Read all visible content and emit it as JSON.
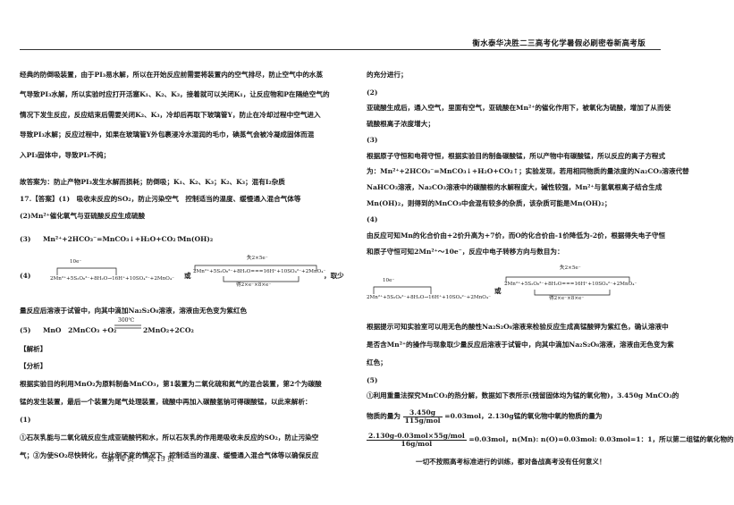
{
  "header": {
    "title": "衡水泰华决胜二三高考化学暑假必刷密卷新高考版"
  },
  "left": {
    "l1": "经典的防倒吸装置，由于PI₃易水解，所以在开始反应前需要将装置内的空气排尽，防止空气中的水蒸",
    "l2": "气导致PI₃水解，所以实验时应打开活塞K₁、K₂、K₃，接着就可以关闭K₁，让反应物和P在隔绝空气的",
    "l3": "情况下发生反应，反应结束后需要关闭K₂、K₃，冷却后再取下玻璃管Y，防止在冷却过程中空气进入",
    "l4": "导致PI₃水解；反应过程中，如果在玻璃管Y外包裹浸冷水湿润的毛巾，碘蒸气会被冷凝成固体而混",
    "l5": "入PI₃固体中，导致PI₃不纯；",
    "l6": "故答案为：防止产物PI₃发生水解而损耗；防倒吸；K₁、K₂、K₃；K₂、K₃；混有I₂杂质",
    "l7": "17.【答案】(1)　吸收未反应的SO₂，防止污染空气　控制适当的温度、缓慢通入混合气体等",
    "l8": "(2)Mn²⁺催化氧气与亚硫酸反应生成硫酸",
    "l9a": "(3)",
    "l9b": "Mn²⁺+2HCO₃⁻=MnCO₃↓+H₂O+CO₂↑",
    "l9c": "Mn(OH)₂",
    "l10a": "(4)",
    "l10or": "或",
    "l10end": "，取少",
    "l11": "量反应后溶液于试管中，向其中滴加Na₂S₂O₈溶液，溶液由无色变为紫红色",
    "l12a": "(5)",
    "l12b": "MnO　2MnCO₃ +O₂",
    "l12cond": "300℃",
    "l12c": "2MnO₂+2CO₂",
    "l13": "【解析】",
    "l14": "【分析】",
    "l15": "根据实验目的利用MnO₂为原料制备MnCO₃，第1装置为二氧化硫和氮气的混合装置，第2个为碳酸",
    "l16": "锰的发生装置，最后一个装置为尾气处理装置，硫酸中再加入碳酸氢钠可得碳酸锰，以此来解析：",
    "l17": "(1)",
    "l18": "①石灰乳能与二氧化硫反应生成亚硫酸钙和水，所以石灰乳的作用是吸收未反应的SO₂，防止污染空",
    "l19": "气；③为使SO₂尽快转化，在比例不变的情况下，控制适当的温度、缓慢通入混合气体等以确保反应"
  },
  "diagram_a": {
    "top": "10e⁻",
    "eq": "2Mn²⁺+5S₂O₈²⁻+8H₂O→16H⁺+10SO₄²⁻+2MnO₄⁻"
  },
  "diagram_b": {
    "top": "失2×5e⁻",
    "eq": "2Mn²⁺+5S₂O₈²⁻+8H₂O===16H⁺+10SO₄²⁻+2MnO₄⁻",
    "bottom": "得2×e⁻×8×e⁻"
  },
  "right": {
    "r1": "的充分进行；",
    "r2": "(2)",
    "r3": "亚硫酸生成后，通入空气，里面有空气，亚硫酸在Mn²⁺的催化作用下，被氧化为硫酸，增加了从而使",
    "r4": "硫酸根离子浓度增大；",
    "r5": "(3)",
    "r6": "根据原子守恒和电荷守恒，根据实验目的制备碳酸锰，所以产物中有碳酸锰，所以反应的离子方程式",
    "r7": "为：Mn²⁺+2HCO₃⁻=MnCO₃↓+H₂O+CO₂↑；实验发现，若用相同物质的量浓度的Na₂CO₃溶液代替",
    "r8": "NaHCO₃溶液，Na₂CO₃溶液中的碳酸根的水解程度大，碱性较强，Mn²⁺与氢氧根离子结合生成",
    "r9": "Mn(OH)₂，则得到的MnCO₃中会混有较多的杂质，该杂质可能是Mn(OH)₂；",
    "r10": "(4)",
    "r11": "由反应可知Mn的化合价由+2价升高为+7价，而O的化合价由-1价降低为-2价，根据得失电子守恒",
    "r12": "和原子守恒可知2Mn²⁺～10e⁻，反应中电子转移方向与数目为：",
    "r13a": "或",
    "r14": "根据提示可知实验室可以用无色的酸性Na₂S₂O₈溶液来检验反应生成高锰酸钾为紫红色，确认溶液中",
    "r15": "是否含Mn²⁺的操作与现象取少量反应后溶液于试管中，向其中滴加Na₂S₂O₈溶液，溶液由无色变为紫",
    "r16": "红色；",
    "r17": "(5)",
    "r18": "①利用重量法探究MnCO₃的热分解，数据如下表所示(残留固体均为锰的氧化物)，3.450g MnCO₃的",
    "r19a": "物质的量为",
    "r19num": "3.450g",
    "r19den": "115g/mol",
    "r19b": "=0.03mol，2.130g锰的氧化物中氧的物质的量为",
    "r20num": "2.130g-0.03mol×55g/mol",
    "r20den": "16g/mol",
    "r20b": "=0.03mol，n(Mn): n(O)=0.03mol: 0.03mol=1：1，所以第二组锰的氧化物的"
  },
  "diagram_c": {
    "top": "10e⁻",
    "eq": "2Mn²⁺+5S₂O₈²⁻+8H₂O→16H⁺+10SO₄²⁻+2MnO₄⁻"
  },
  "diagram_d": {
    "top": "失2×5e⁻",
    "eq": "2Mn²⁺+5S₂O₈²⁻+8H₂O===16H⁺+10SO₄²⁻+2MnO₄⁻",
    "bottom": "得2×e⁻×8×e⁻"
  },
  "footer": {
    "page": "第 14 页　　共 15 页"
  },
  "footnote": "一切不按照高考标准进行的训练，都对备战高考没有任何意义！"
}
